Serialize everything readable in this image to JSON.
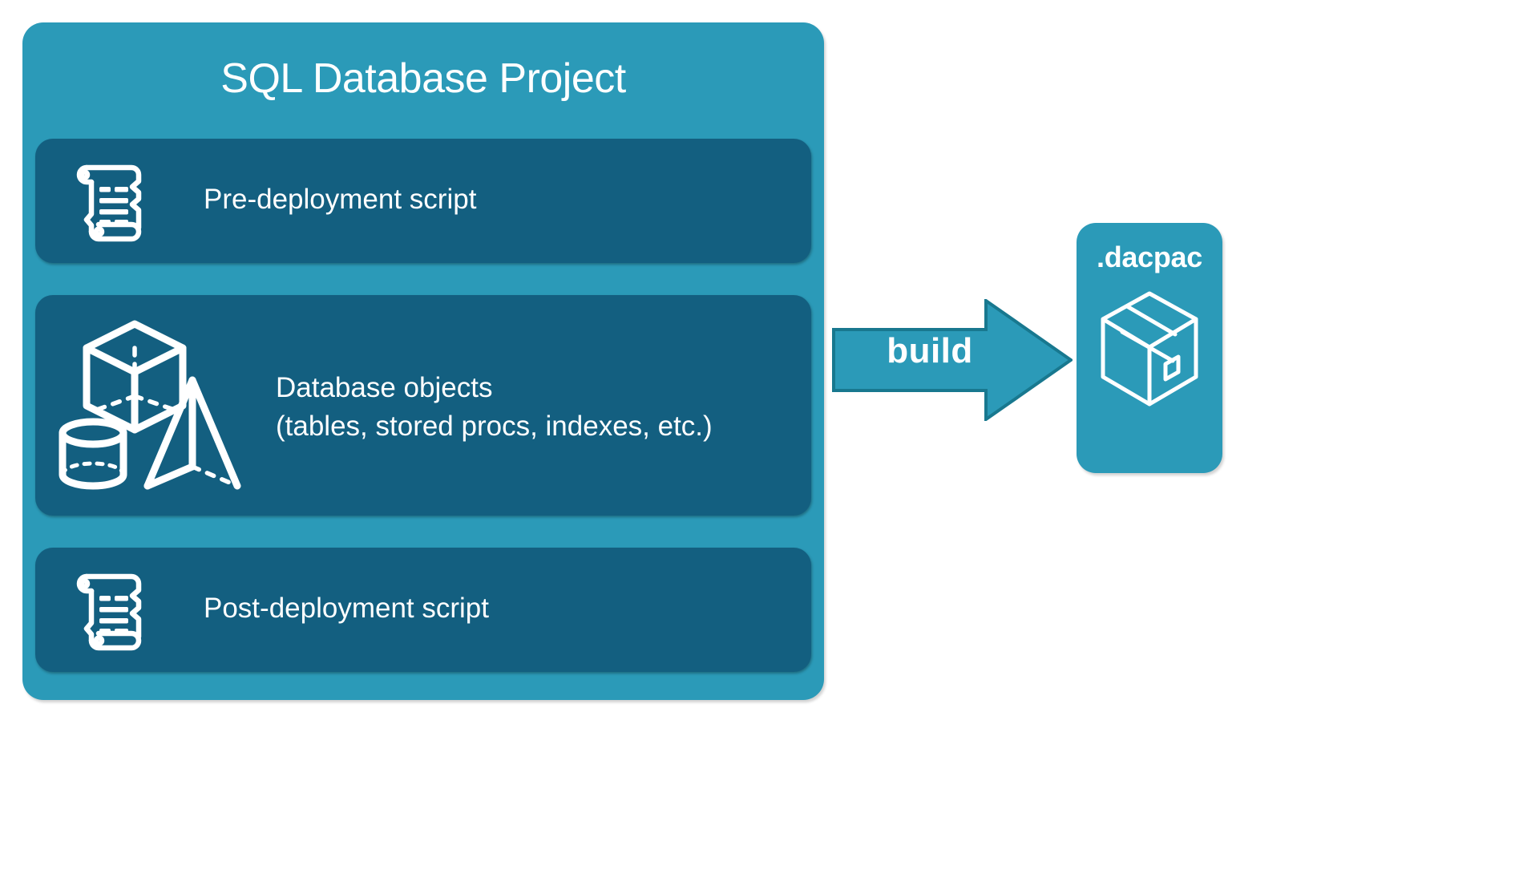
{
  "diagram": {
    "type": "flow-diagram",
    "background_color": "#ffffff",
    "palette": {
      "panel_teal": "#2b9ab8",
      "row_dark_blue": "#135f80",
      "arrow_fill": "#2b9ab8",
      "arrow_stroke": "#18788f",
      "icon_white": "#ffffff",
      "text_white": "#ffffff"
    }
  },
  "project": {
    "title": "SQL Database Project",
    "rows": [
      {
        "id": "pre-deployment",
        "label": "Pre-deployment script",
        "icon": "scroll-icon"
      },
      {
        "id": "database-objects",
        "label": "Database objects\n(tables, stored procs, indexes, etc.)",
        "line1": "Database objects",
        "line2": "(tables, stored procs, indexes, etc.)",
        "icon": "shapes-icon"
      },
      {
        "id": "post-deployment",
        "label": "Post-deployment script",
        "icon": "scroll-icon"
      }
    ]
  },
  "arrow": {
    "label": "build",
    "direction": "right",
    "icon": "arrow-right-icon"
  },
  "output": {
    "title": ".dacpac",
    "icon": "package-box-icon"
  }
}
